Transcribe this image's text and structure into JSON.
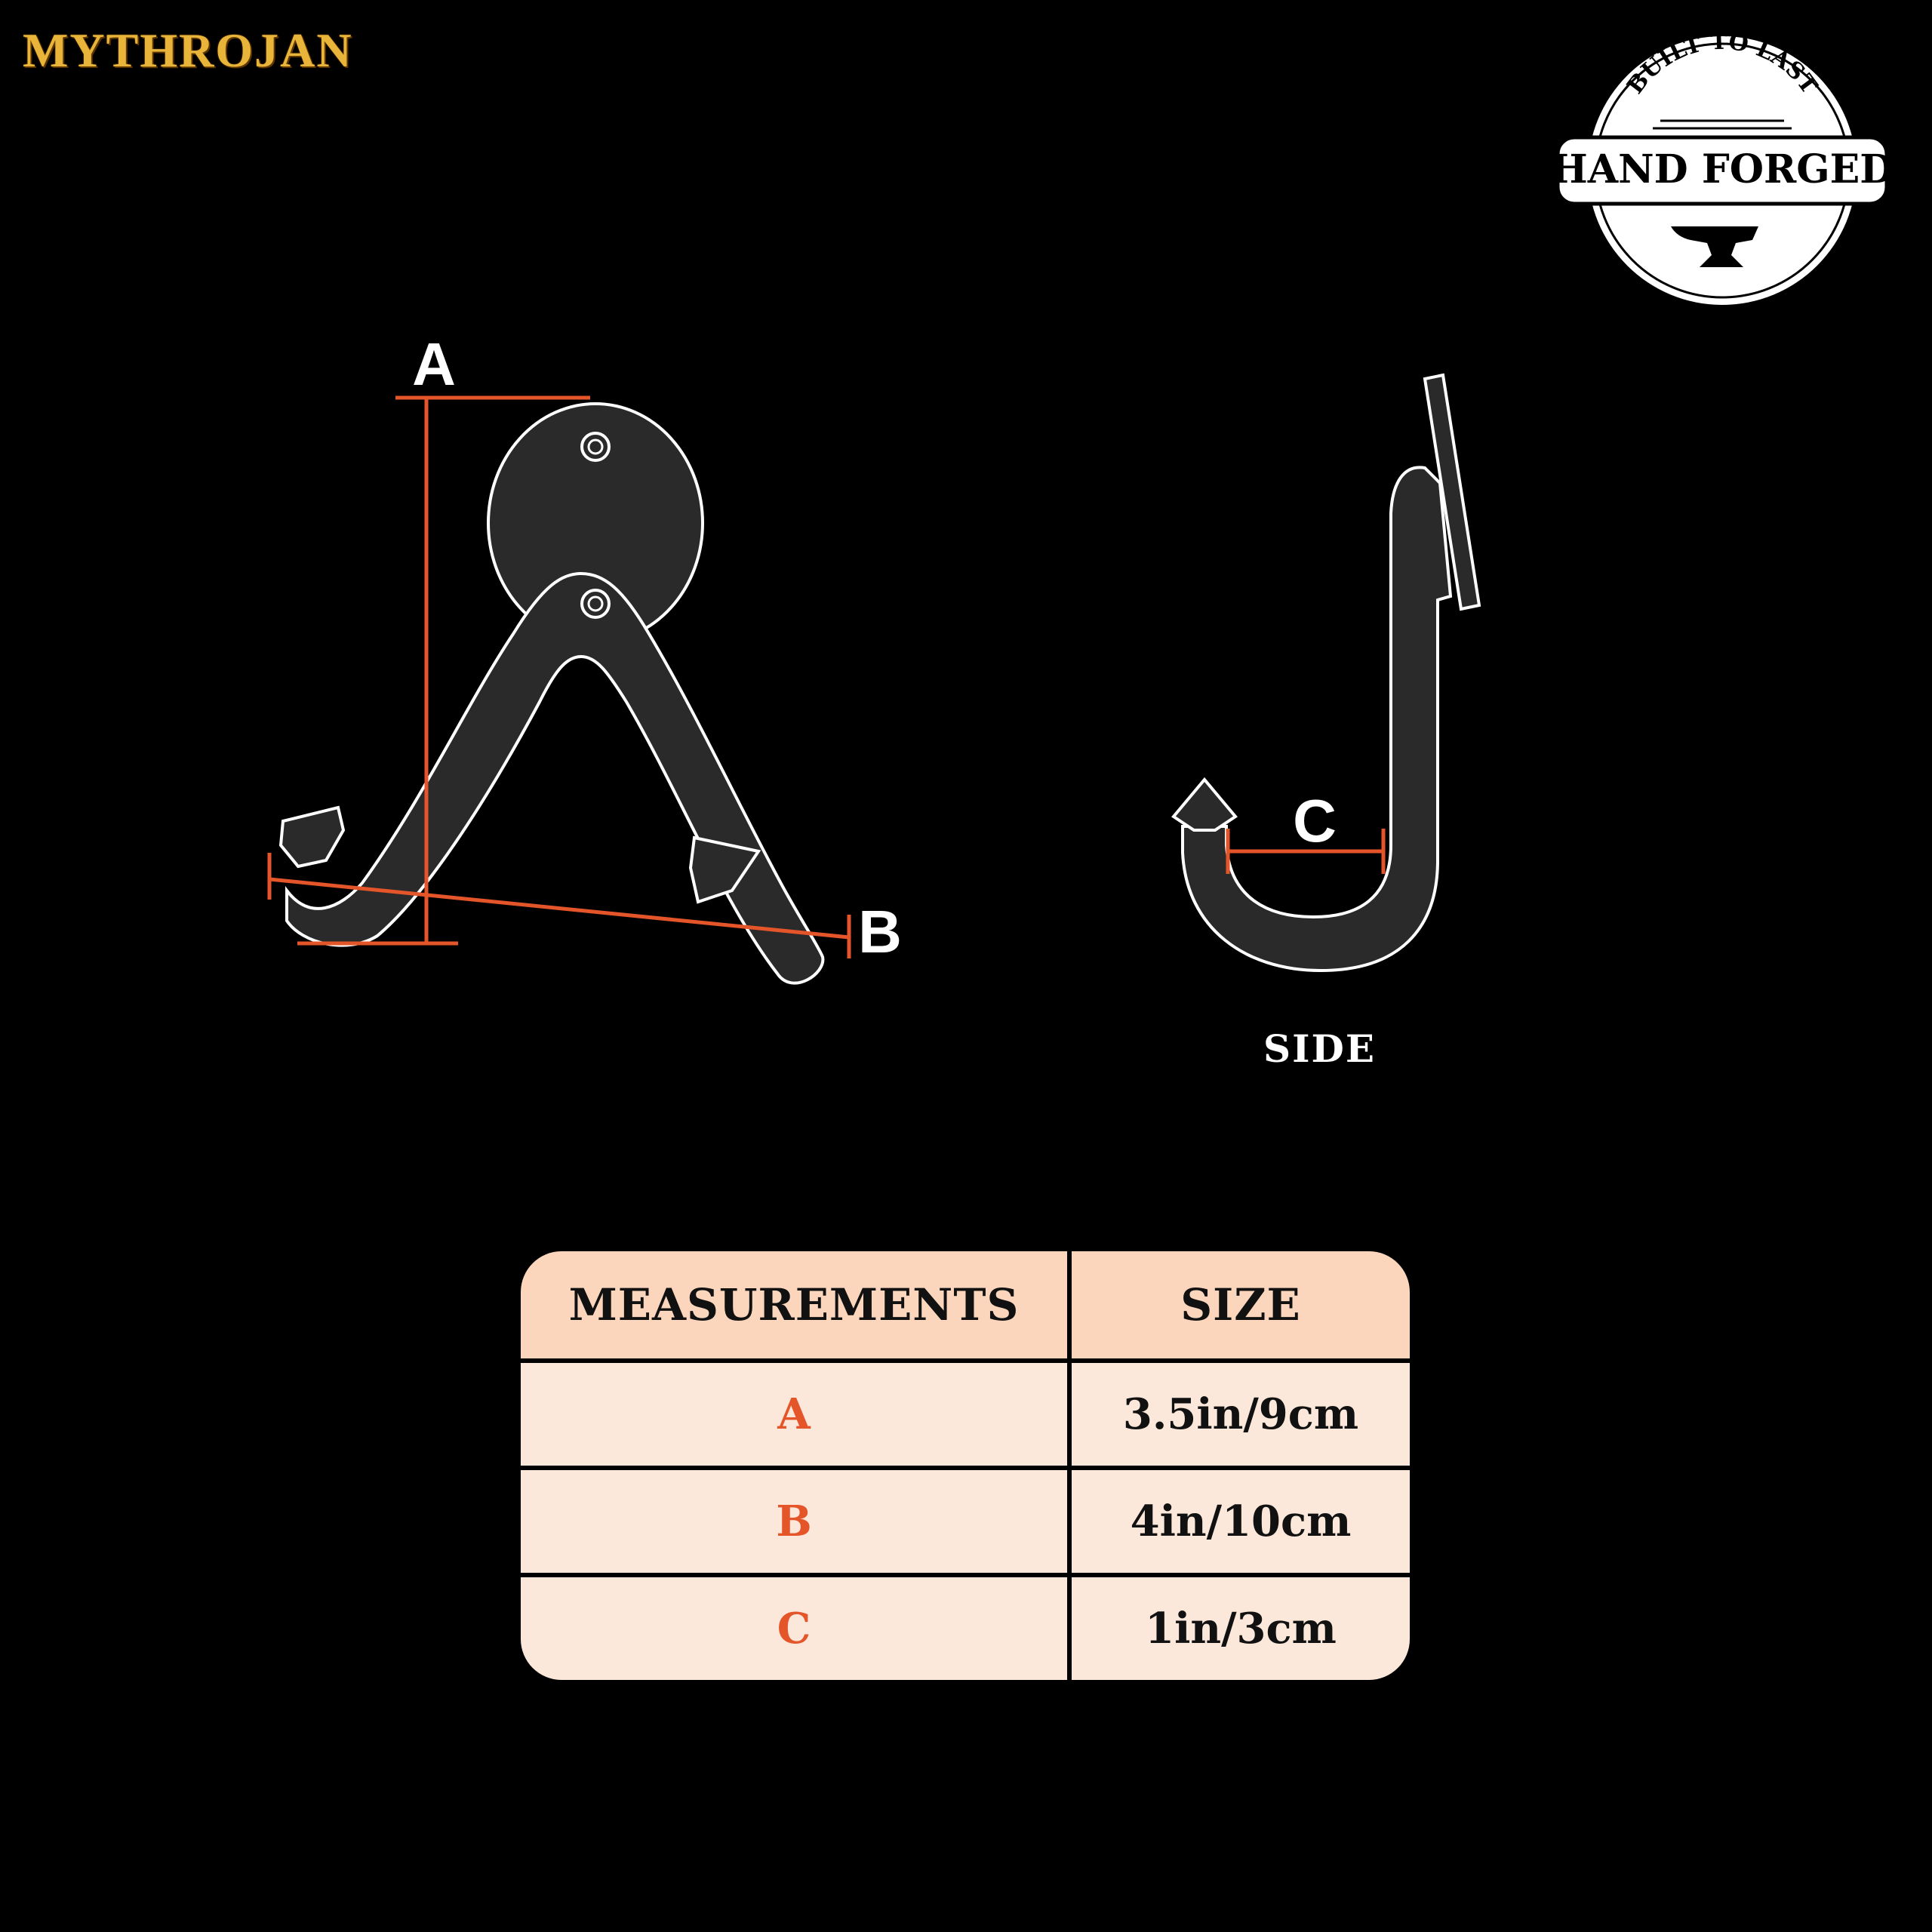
{
  "brand": {
    "logo_text": "MYTHROJAN"
  },
  "badge": {
    "top_text": "BUILT TO LAST",
    "main_text": "HAND FORGED"
  },
  "diagram": {
    "front_labels": {
      "a": "A",
      "b": "B"
    },
    "side_labels": {
      "c": "C"
    },
    "side_view_caption": "SIDE",
    "colors": {
      "measure_line": "#e4552a",
      "iron": "#2a2a2a",
      "outline": "#ffffff"
    }
  },
  "table": {
    "headers": [
      "MEASUREMENTS",
      "SIZE"
    ],
    "rows": [
      {
        "key": "A",
        "size": "3.5in/9cm"
      },
      {
        "key": "B",
        "size": "4in/10cm"
      },
      {
        "key": "C",
        "size": "1in/3cm"
      }
    ],
    "colors": {
      "header_bg": "#fbd6bd",
      "row_bg": "#fbe8da",
      "key_text": "#e4552a"
    }
  }
}
